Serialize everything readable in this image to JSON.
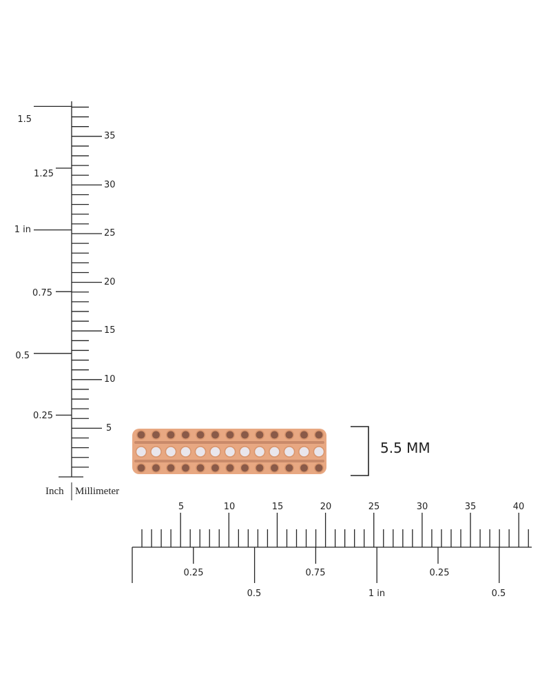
{
  "vertical_ruler": {
    "inch_labels": [
      "1.5",
      "1.25",
      "1 in",
      "0.75",
      "0.5",
      "0.25"
    ],
    "mm_labels": [
      "35",
      "30",
      "25",
      "20",
      "15",
      "10",
      "5"
    ],
    "inch_unit_label": "Inch",
    "mm_unit_label": "Millimeter"
  },
  "horizontal_ruler": {
    "mm_labels": [
      "5",
      "10",
      "15",
      "20",
      "25",
      "30",
      "35",
      "40"
    ],
    "inch_labels_upper": [
      "0.25",
      "0.75",
      "0.25"
    ],
    "inch_labels_lower": [
      "0.5",
      "1 in",
      "0.5"
    ]
  },
  "product": {
    "width_label": "5.5 MM",
    "metal_color": "#e8a882",
    "stone_brown": "#8a5a48",
    "stone_white": "#e9e6ec"
  },
  "colors": {
    "line": "#222222",
    "background": "#ffffff"
  }
}
